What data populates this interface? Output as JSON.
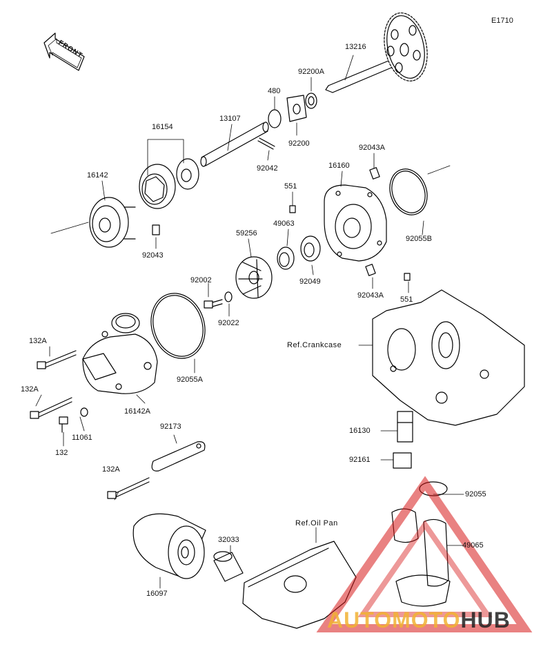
{
  "diagram_code": "E1710",
  "front_label": "FRONT",
  "ref_labels": {
    "crankcase": "Ref.Crankcase",
    "oil_pan": "Ref.Oil Pan"
  },
  "parts": {
    "p13216": "13216",
    "p92200A": "92200A",
    "p480": "480",
    "p92200": "92200",
    "p13107": "13107",
    "p16154": "16154",
    "p92042": "92042",
    "p16142": "16142",
    "p92043": "92043",
    "p92043A_top": "92043A",
    "p16160": "16160",
    "p551_top": "551",
    "p49063": "49063",
    "p59256": "59256",
    "p92049": "92049",
    "p92043A_bot": "92043A",
    "p551_bot": "551",
    "p92055B": "92055B",
    "p92002": "92002",
    "p92022": "92022",
    "p132A_1": "132A",
    "p132A_2": "132A",
    "p132A_3": "132A",
    "p16142A": "16142A",
    "p92055A": "92055A",
    "p11061": "11061",
    "p132": "132",
    "p92173": "92173",
    "p16130": "16130",
    "p92161": "92161",
    "p92055": "92055",
    "p49065": "49065",
    "p32033": "32033",
    "p16097": "16097"
  },
  "watermark": {
    "part1": "AUTOMOTO",
    "part2": "HUB"
  }
}
